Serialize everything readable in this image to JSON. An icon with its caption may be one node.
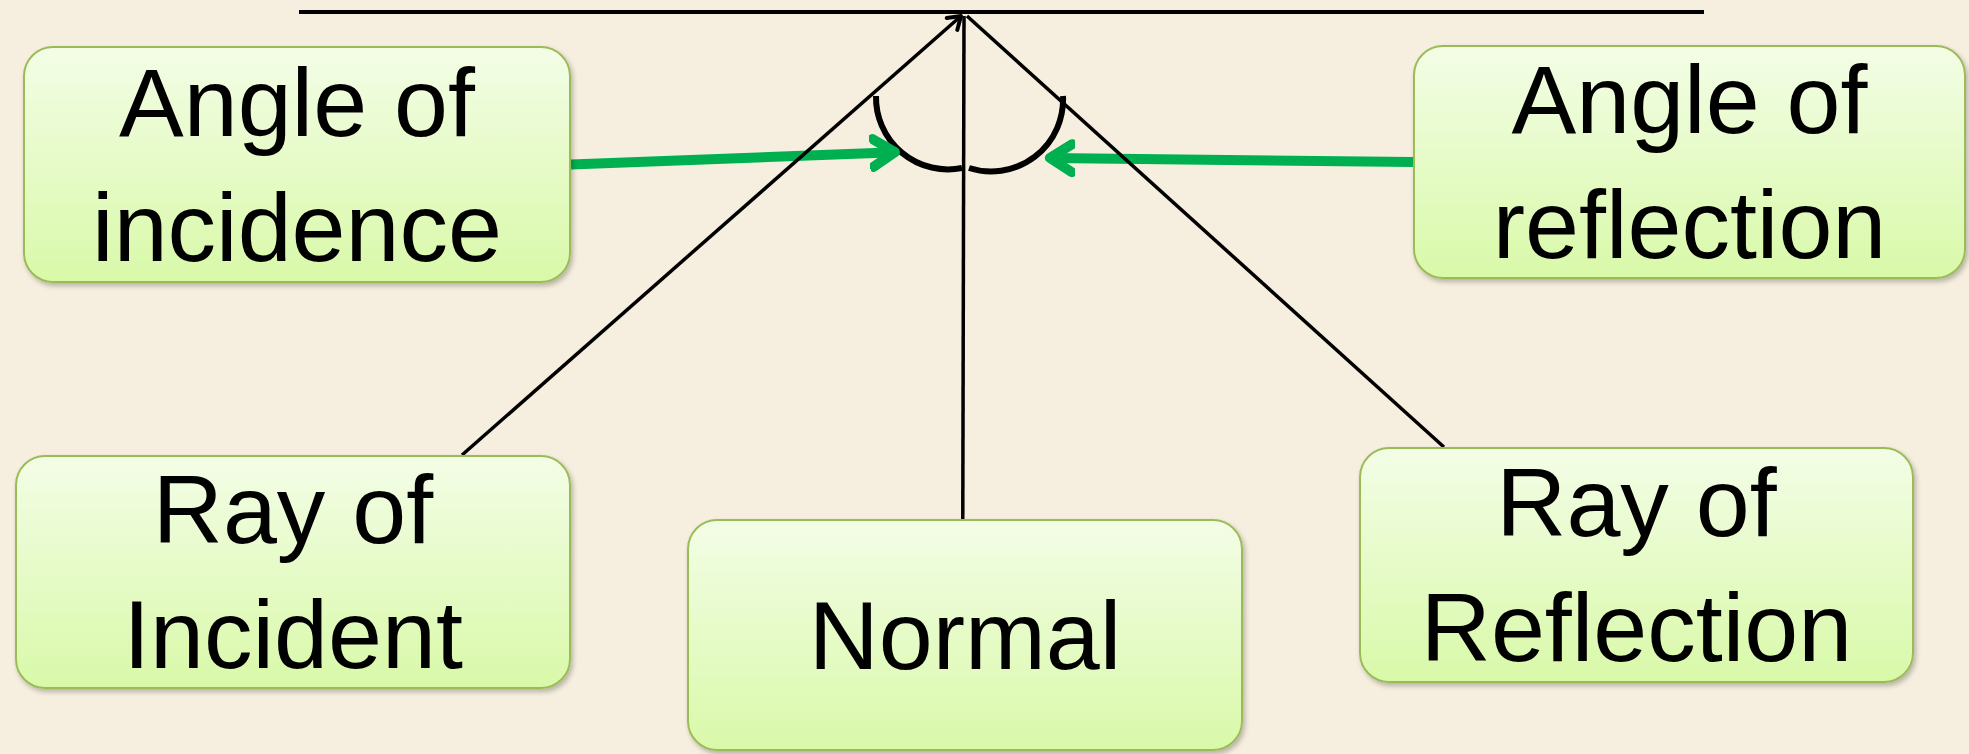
{
  "diagram": {
    "nodes": [
      {
        "text": [
          "Angle of incidence"
        ]
      },
      {
        "text": [
          "Angle of reflection"
        ]
      },
      {
        "text": [
          "Ray of Incident"
        ]
      },
      {
        "text": [
          "Normal"
        ]
      },
      {
        "text": [
          "Ray of Reflection"
        ]
      },
      {
        "text": [],
        "shape": "arc"
      },
      {
        "text": [],
        "shape": "arc"
      }
    ],
    "edges": [
      {
        "from": 0,
        "to": 5,
        "arrow": "to",
        "style": "thick",
        "color": "#00b050"
      },
      {
        "from": 1,
        "to": 6,
        "arrow": "to",
        "style": "thick",
        "color": "#00b050"
      },
      {
        "from": 2,
        "to": null,
        "arrow": "to"
      },
      {
        "from": 3,
        "to": null,
        "arrow": "none"
      },
      {
        "from": null,
        "to": 4,
        "arrow": "none"
      }
    ]
  }
}
